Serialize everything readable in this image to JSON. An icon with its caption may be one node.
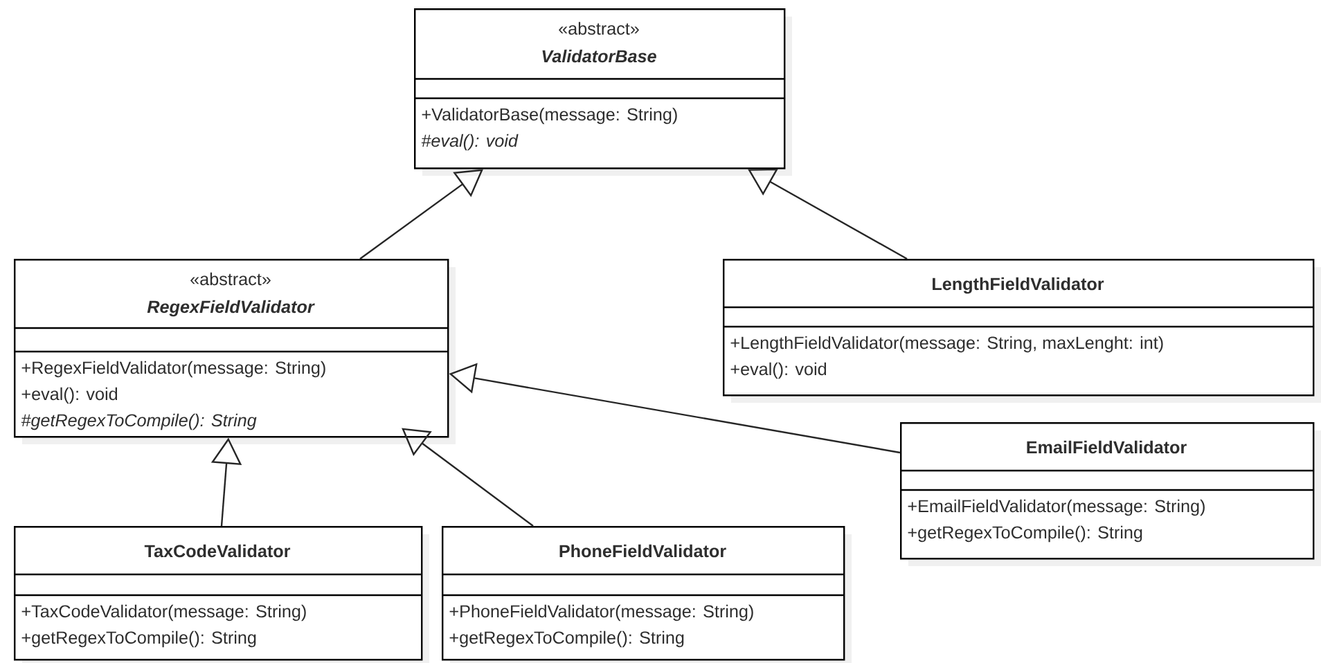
{
  "diagram": {
    "nodes": [
      {
        "text": [
          "«abstract»",
          "ValidatorBase",
          "+ValidatorBase(message: String)",
          "#eval(): void"
        ]
      },
      {
        "text": [
          "«abstract»",
          "RegexFieldValidator",
          "+RegexFieldValidator(message: String)",
          "+eval(): void",
          "#getRegexToCompile(): String"
        ]
      },
      {
        "text": [
          "LengthFieldValidator",
          "+LengthFieldValidator(message: String, maxLenght: int)",
          "+eval(): void"
        ]
      },
      {
        "text": [
          "EmailFieldValidator",
          "+EmailFieldValidator(message: String)",
          "+getRegexToCompile(): String"
        ]
      },
      {
        "text": [
          "TaxCodeValidator",
          "+TaxCodeValidator(message: String)",
          "+getRegexToCompile(): String"
        ]
      },
      {
        "text": [
          "PhoneFieldValidator",
          "+PhoneFieldValidator(message: String)",
          "+getRegexToCompile(): String"
        ]
      }
    ],
    "edges": [
      {
        "from": 1,
        "to": 0,
        "arrow": "to"
      },
      {
        "from": 2,
        "to": 0,
        "arrow": "to"
      },
      {
        "from": 3,
        "to": 1,
        "arrow": "to"
      },
      {
        "from": 4,
        "to": 1,
        "arrow": "to"
      },
      {
        "from": 5,
        "to": 1,
        "arrow": "to"
      }
    ]
  }
}
